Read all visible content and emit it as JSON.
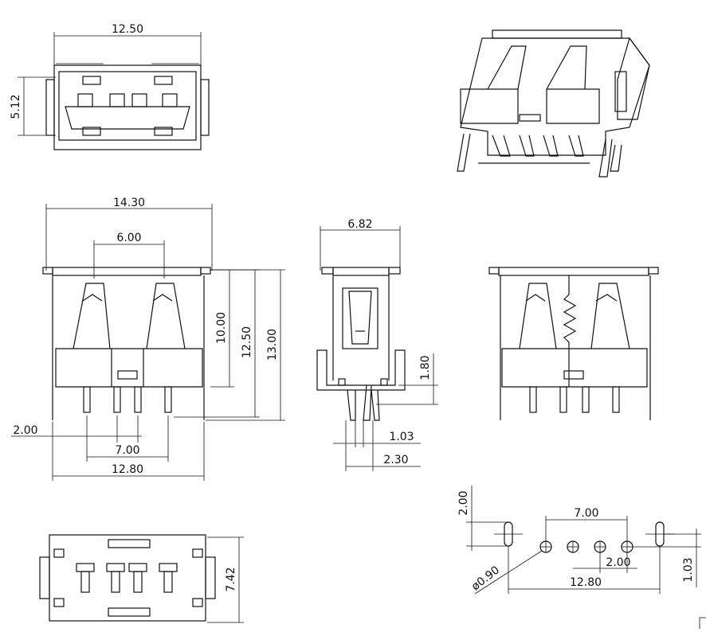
{
  "views": {
    "front": {
      "width": "12.50",
      "height": "5.12"
    },
    "side_main": {
      "overall_width": "14.30",
      "post_spacing": "6.00",
      "h1": "10.00",
      "h2": "12.50",
      "h3": "13.00",
      "pin_pitch": "2.00",
      "pin_span": "7.00",
      "foot_span": "12.80"
    },
    "side_profile": {
      "width": "6.82",
      "offset": "1.80",
      "pin_thk": "1.03",
      "pin_span": "2.30"
    },
    "bottom": {
      "height": "7.42"
    },
    "footprint": {
      "slot": "2.00",
      "hole_span": "7.00",
      "hole_pitch": "2.00",
      "hole_dia": "ø0.90",
      "slot_span": "12.80",
      "row_offset": "1.03"
    }
  }
}
